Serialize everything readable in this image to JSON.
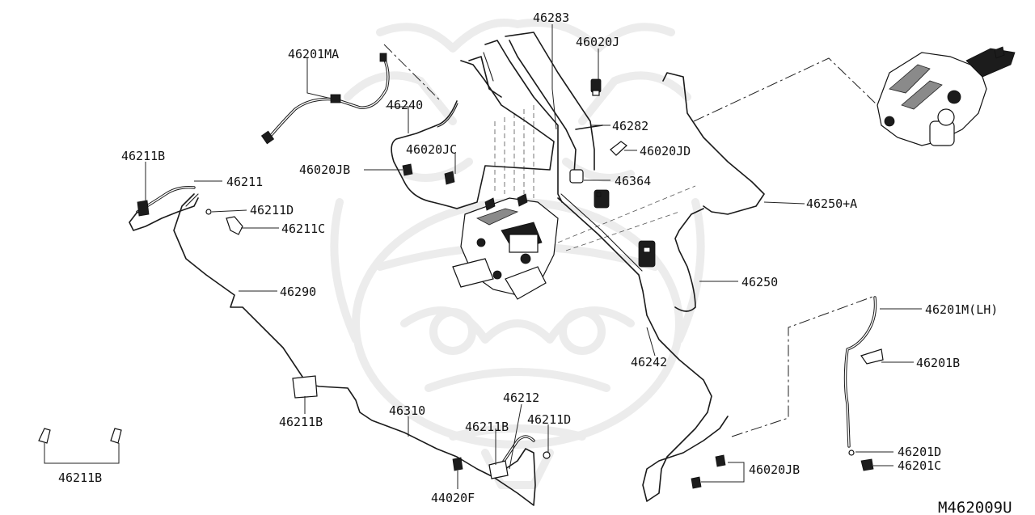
{
  "diagram": {
    "code": "M462009U",
    "labels": {
      "p46283": "46283",
      "p46020J": "46020J",
      "p46201MA": "46201MA",
      "p46240": "46240",
      "p46282": "46282",
      "p46020JC": "46020JC",
      "p46020JD": "46020JD",
      "p46211B_a": "46211B",
      "p46211": "46211",
      "p46020JB_a": "46020JB",
      "p46364": "46364",
      "p46250A": "46250+A",
      "p46211D_a": "46211D",
      "p46211C": "46211C",
      "p46290": "46290",
      "p46250": "46250",
      "p46201MLH": "46201M(LH)",
      "p46201B": "46201B",
      "p46242": "46242",
      "p46211B_b": "46211B",
      "p46310": "46310",
      "p46212": "46212",
      "p46211B_c": "46211B",
      "p46211D_b": "46211D",
      "p46211B_d": "46211B",
      "p44020F": "44020F",
      "p46020JB_b": "46020JB",
      "p46201D": "46201D",
      "p46201C": "46201C"
    }
  }
}
